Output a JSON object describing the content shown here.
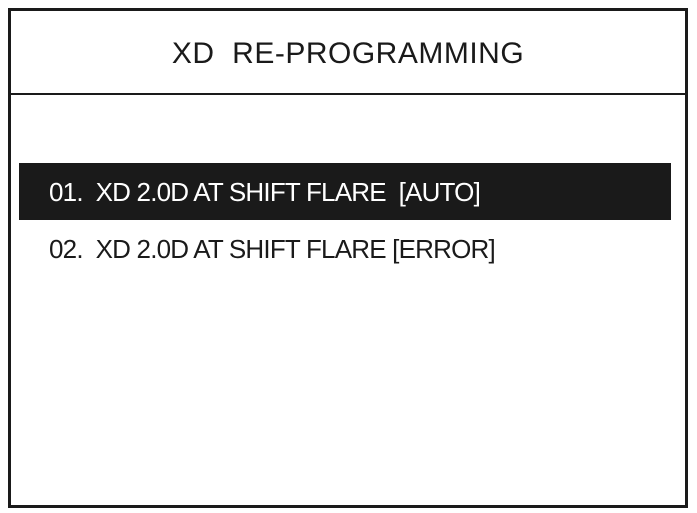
{
  "screen": {
    "title": "XD  RE-PROGRAMMING"
  },
  "menu": {
    "selected_index": 0,
    "items": [
      {
        "label": "01.  XD 2.0D AT SHIFT FLARE  [AUTO]"
      },
      {
        "label": "02.  XD 2.0D AT SHIFT FLARE [ERROR]"
      }
    ]
  },
  "colors": {
    "foreground": "#1a1a1a",
    "background": "#ffffff",
    "highlight_bg": "#1a1a1a",
    "highlight_fg": "#ffffff"
  }
}
